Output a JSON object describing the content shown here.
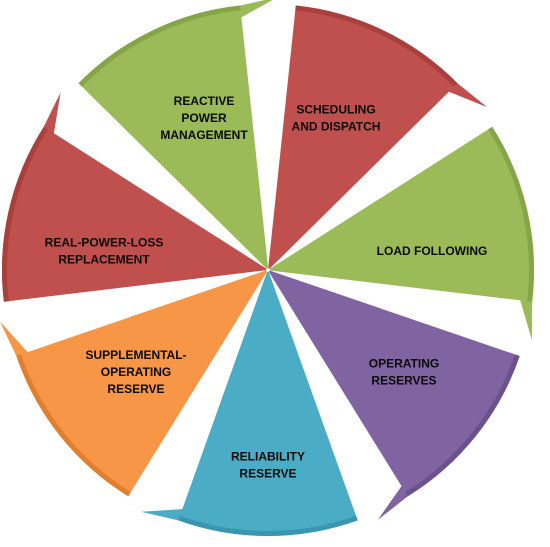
{
  "diagram": {
    "type": "cycle",
    "segments": [
      {
        "lines": [
          "SCHEDULING",
          "AND DISPATCH"
        ],
        "color": "#c0504d",
        "shade": "#a9403d"
      },
      {
        "lines": [
          "LOAD FOLLOWING"
        ],
        "color": "#9bbb59",
        "shade": "#86a548"
      },
      {
        "lines": [
          "OPERATING",
          "RESERVES"
        ],
        "color": "#8064a2",
        "shade": "#6c528c"
      },
      {
        "lines": [
          "RELIABILITY",
          "RESERVE"
        ],
        "color": "#4bacc6",
        "shade": "#3a96b0"
      },
      {
        "lines": [
          "SUPPLEMENTAL-",
          "OPERATING",
          "RESERVE"
        ],
        "color": "#f79646",
        "shade": "#df7f30"
      },
      {
        "lines": [
          "REAL-POWER-LOSS",
          "REPLACEMENT"
        ],
        "color": "#c0504d",
        "shade": "#a9403d"
      },
      {
        "lines": [
          "REACTIVE",
          "POWER",
          "MANAGEMENT"
        ],
        "color": "#9bbb59",
        "shade": "#86a548"
      }
    ]
  }
}
